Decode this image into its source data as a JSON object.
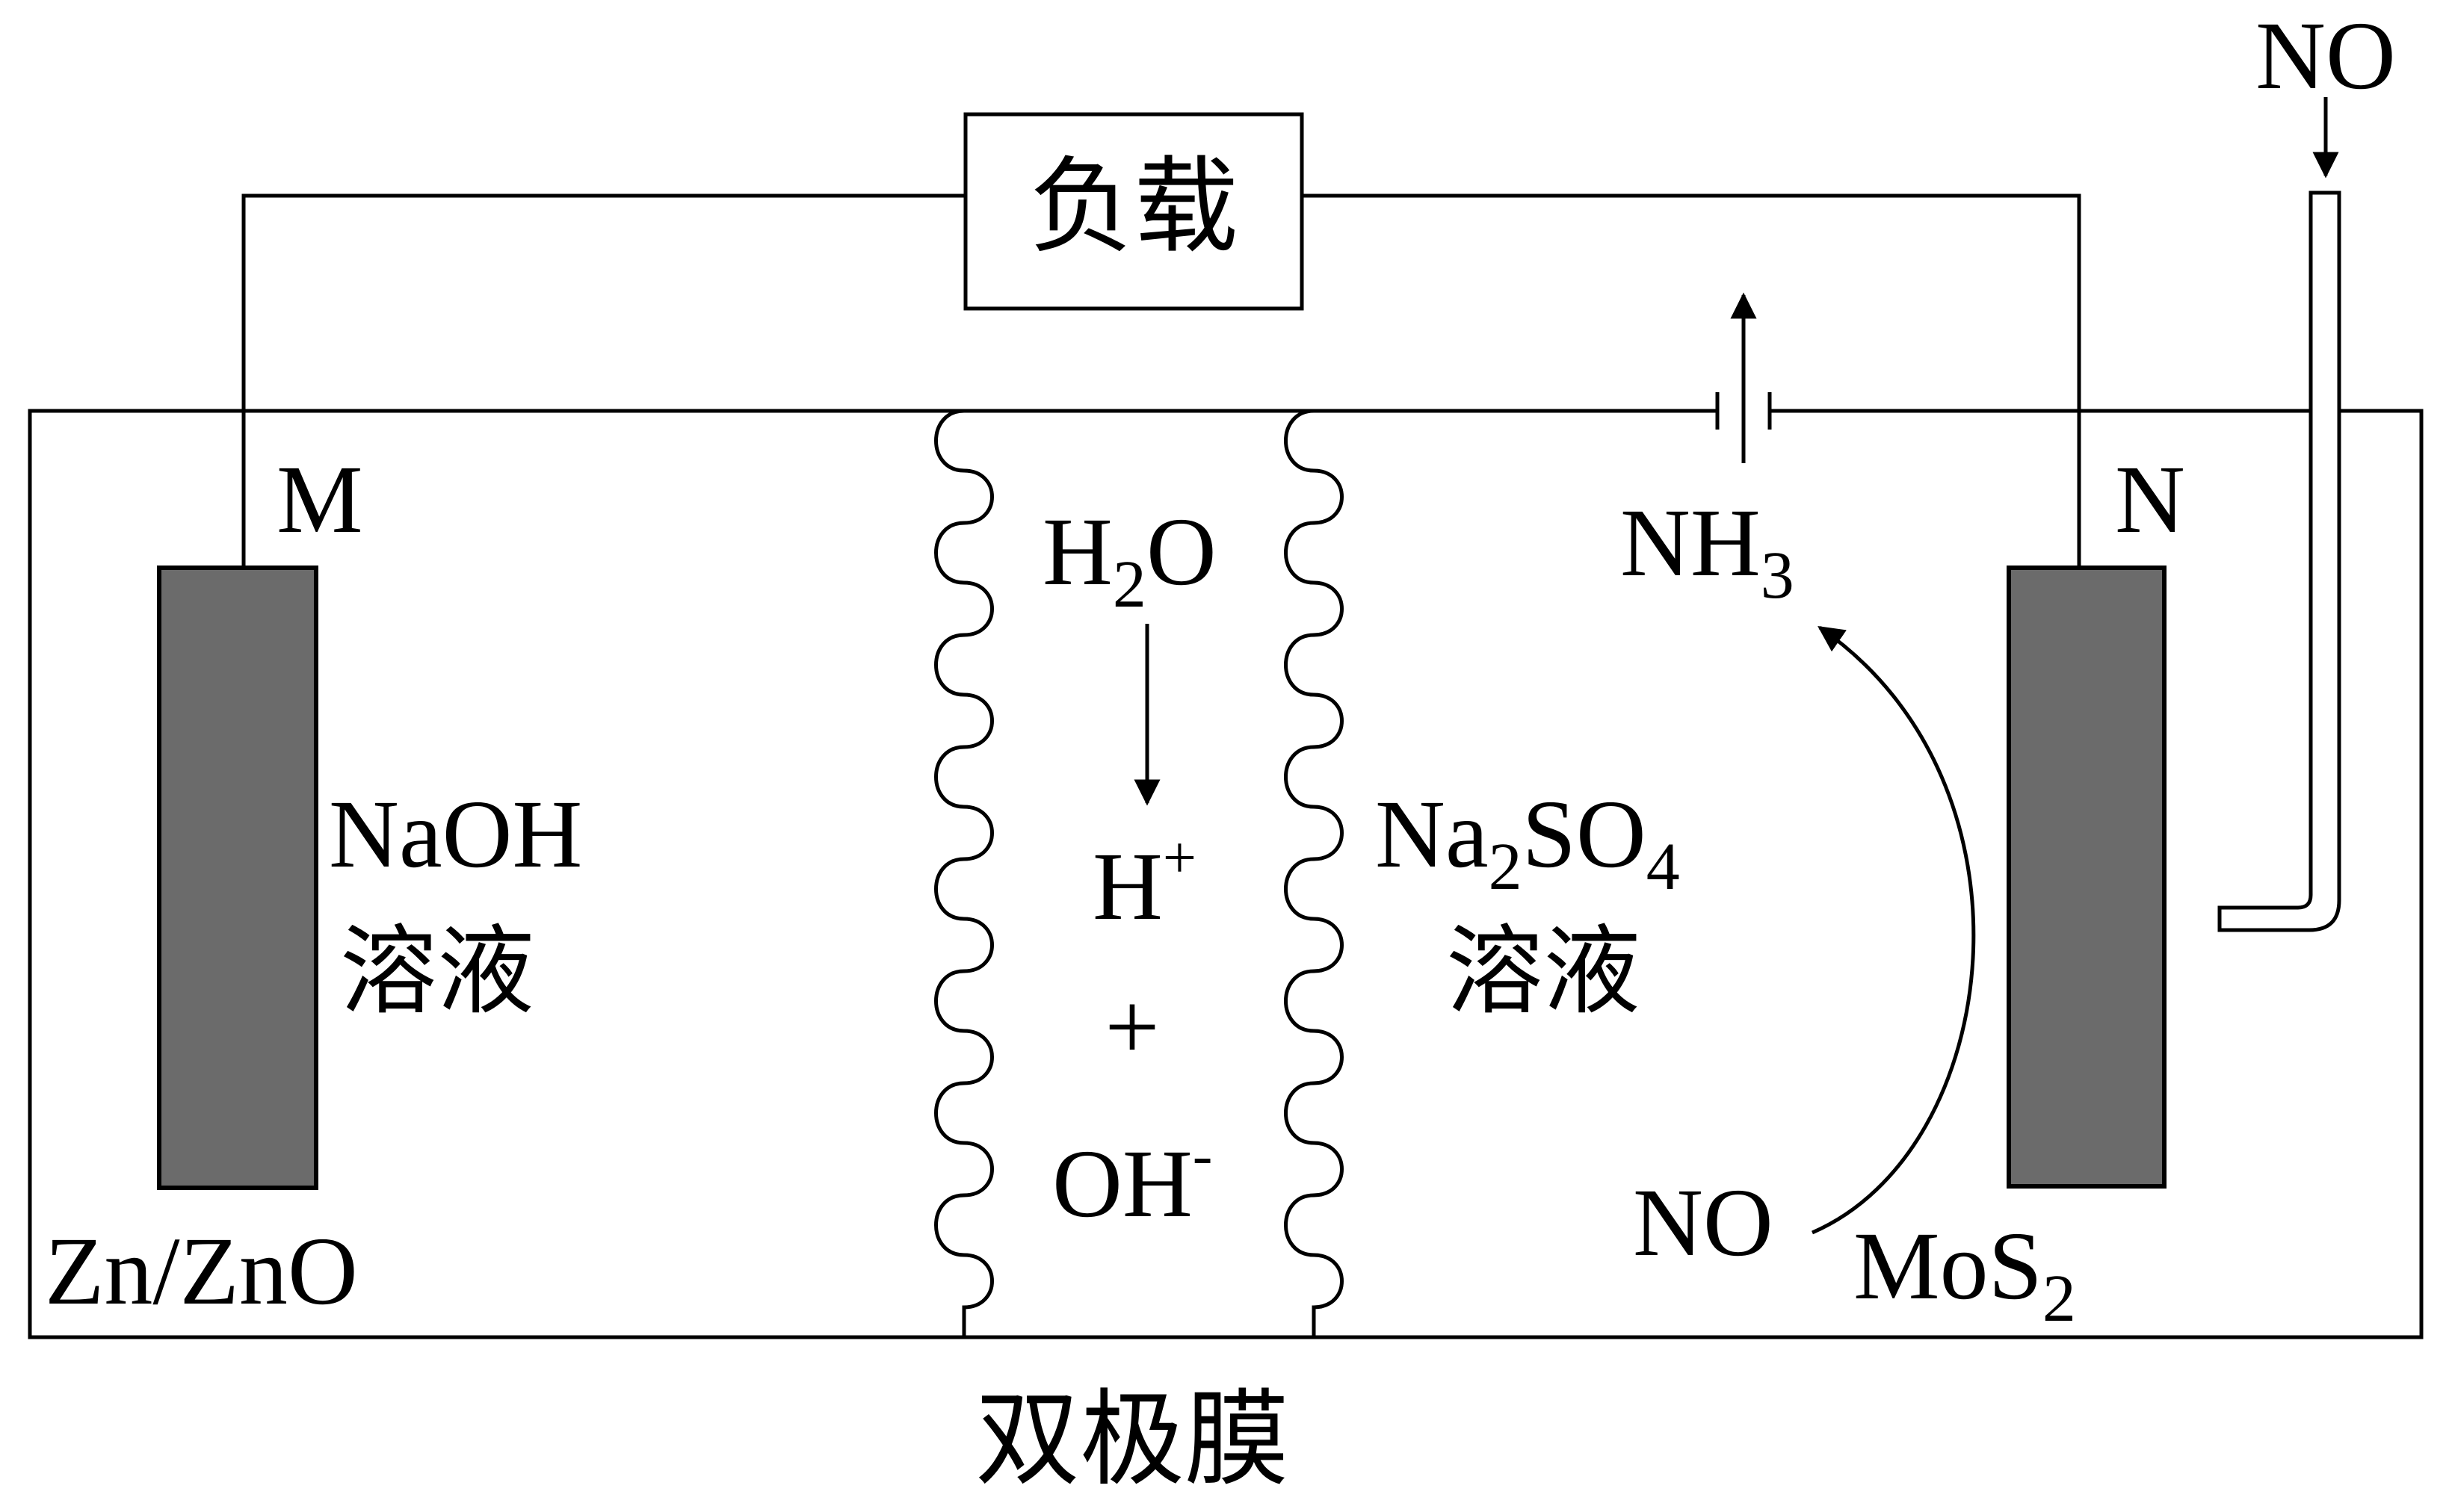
{
  "labels": {
    "load": "负载",
    "electrode_m": "M",
    "electrode_n": "N",
    "left_electrolyte": "NaOH",
    "left_solution": "溶液",
    "left_electrode_material": "Zn/ZnO",
    "membrane_water": {
      "base": "H",
      "sub": "2",
      "tail": "O"
    },
    "membrane_h_ion": {
      "base": "H",
      "sup": "+"
    },
    "membrane_plus": "+",
    "membrane_oh_ion": {
      "base": "OH",
      "sup": "-"
    },
    "right_electrolyte": {
      "a": "Na",
      "sub1": "2",
      "b": "SO",
      "sub2": "4"
    },
    "right_solution": "溶液",
    "ammonia": {
      "base": "NH",
      "sub": "3"
    },
    "no_inlet": "NO",
    "no_reactant": "NO",
    "right_electrode_material": {
      "base": "MoS",
      "sub": "2"
    },
    "membrane_name": "双极膜"
  },
  "colors": {
    "line": "#000000",
    "electrode_fill": "#6b6b6b",
    "background": "#ffffff"
  }
}
